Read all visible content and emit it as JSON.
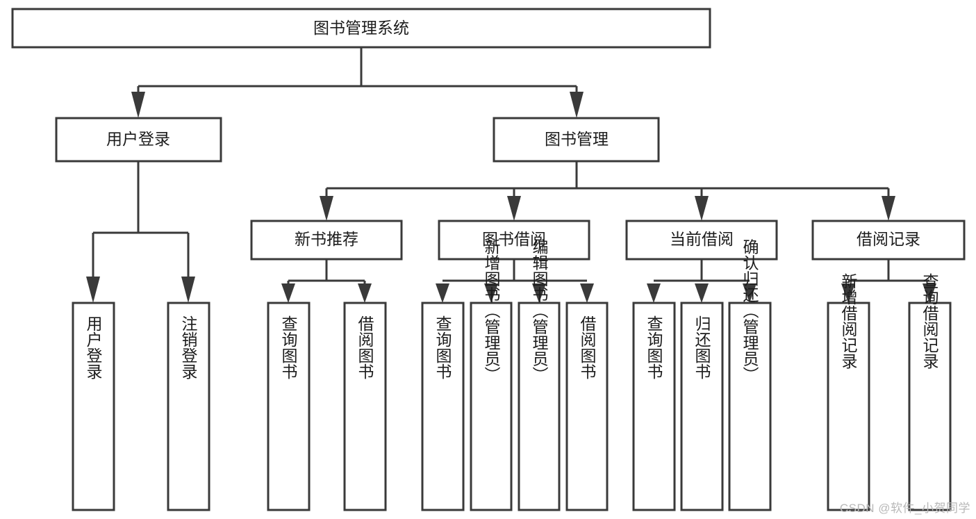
{
  "diagram": {
    "title": "图书管理系统",
    "type": "hierarchy-tree",
    "root": {
      "id": "root",
      "label": "图书管理系统",
      "orientation": "horizontal"
    },
    "level2": [
      {
        "id": "user-login",
        "label": "用户登录",
        "orientation": "horizontal"
      },
      {
        "id": "book-management",
        "label": "图书管理",
        "orientation": "horizontal"
      }
    ],
    "level3": [
      {
        "id": "new-book-recommend",
        "label": "新书推荐",
        "orientation": "horizontal",
        "parent": "book-management"
      },
      {
        "id": "book-borrow",
        "label": "图书借阅",
        "orientation": "horizontal",
        "parent": "book-management"
      },
      {
        "id": "current-borrow",
        "label": "当前借阅",
        "orientation": "horizontal",
        "parent": "book-management"
      },
      {
        "id": "borrow-record",
        "label": "借阅记录",
        "orientation": "horizontal",
        "parent": "book-management"
      }
    ],
    "leaves": [
      {
        "id": "leaf-user-login",
        "label": "用户登录",
        "orientation": "vertical",
        "parent": "user-login"
      },
      {
        "id": "leaf-user-logout",
        "label": "注销登录",
        "orientation": "vertical",
        "parent": "user-login"
      },
      {
        "id": "leaf-query-book-1",
        "label": "查询图书",
        "orientation": "vertical",
        "parent": "new-book-recommend"
      },
      {
        "id": "leaf-borrow-book-1",
        "label": "借阅图书",
        "orientation": "vertical",
        "parent": "new-book-recommend"
      },
      {
        "id": "leaf-query-book-2",
        "label": "查询图书",
        "orientation": "vertical",
        "parent": "book-borrow"
      },
      {
        "id": "leaf-add-book",
        "label": "新增图书（管理员）",
        "orientation": "vertical",
        "parent": "book-borrow"
      },
      {
        "id": "leaf-edit-book",
        "label": "编辑图书（管理员）",
        "orientation": "vertical",
        "parent": "book-borrow"
      },
      {
        "id": "leaf-borrow-book-2",
        "label": "借阅图书",
        "orientation": "vertical",
        "parent": "book-borrow"
      },
      {
        "id": "leaf-query-book-3",
        "label": "查询图书",
        "orientation": "vertical",
        "parent": "current-borrow"
      },
      {
        "id": "leaf-return-book",
        "label": "归还图书",
        "orientation": "vertical",
        "parent": "current-borrow"
      },
      {
        "id": "leaf-confirm-return",
        "label": "确认归还（管理员）",
        "orientation": "vertical",
        "parent": "current-borrow"
      },
      {
        "id": "leaf-add-record",
        "label": "新增借阅记录",
        "orientation": "vertical",
        "parent": "borrow-record"
      },
      {
        "id": "leaf-query-record",
        "label": "查询借阅记录",
        "orientation": "vertical",
        "parent": "borrow-record"
      }
    ],
    "colors": {
      "stroke": "#3a3a3a",
      "fill": "#ffffff",
      "text": "#1c1c1c",
      "watermark": "#b8b8b8"
    }
  },
  "watermark": {
    "text": "CSDN @软件_小贺同学"
  }
}
